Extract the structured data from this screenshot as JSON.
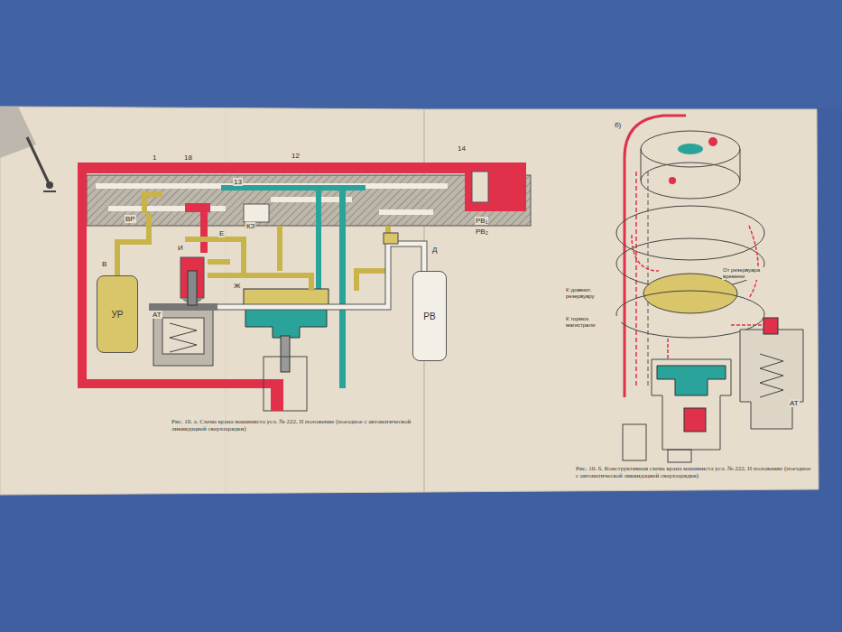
{
  "diagram": {
    "caption": "Рис. 10. а. Схема крана машиниста усл. № 222, II положение (поездное с автоматической ликвидацией сверхзарядки)",
    "nodes": [
      {
        "text": [
          "УР"
        ]
      },
      {
        "text": [
          "РВ"
        ]
      }
    ],
    "labels": [
      "1",
      "18",
      "12",
      "13",
      "14",
      "ВР",
      "В",
      "И",
      "Е",
      "АТ",
      "Ж",
      "КЗ",
      "РВ₁",
      "РВ₂",
      "Д",
      "б)",
      "К уравнит. резервуару",
      "К тормоз. магистрали",
      "От резервуара времени",
      "АТ",
      "Рис. 10. б. Конструктивная схема крана машиниста усл. № 222, II положение (поездное с автоматической ликвидацией сверхзарядки)"
    ]
  }
}
